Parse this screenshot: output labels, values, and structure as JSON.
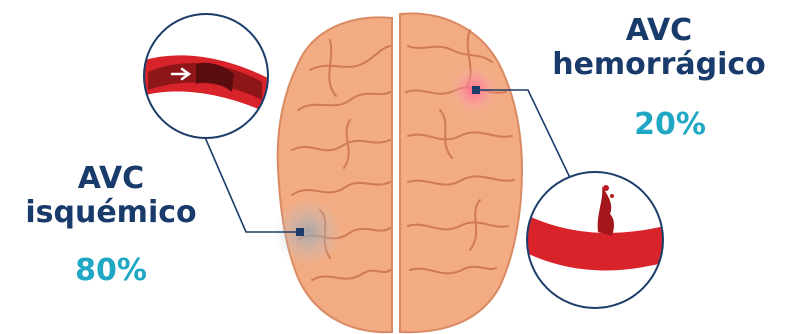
{
  "ischemic": {
    "title_line1": "AVC",
    "title_line2": "isquémico",
    "percent": "80%"
  },
  "hemorrhagic": {
    "title_line1": "AVC",
    "title_line2": "hemorrágico",
    "percent": "20%"
  },
  "colors": {
    "title": "#183b6b",
    "percent": "#1fa7c4",
    "brain": "#f2ab82",
    "vessel": "#d8232a"
  }
}
